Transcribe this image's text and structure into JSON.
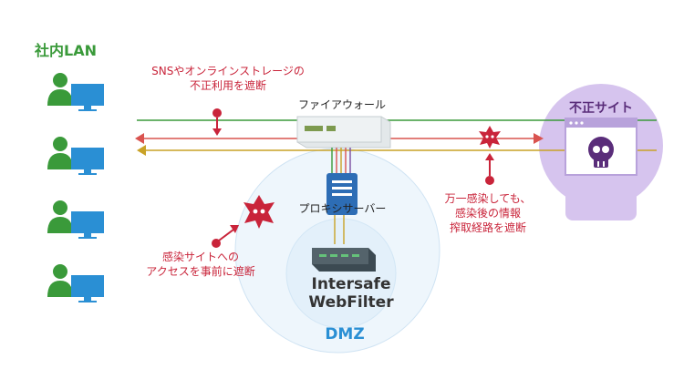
{
  "lan": {
    "title": "社内LAN",
    "pc_count": 4
  },
  "firewall": {
    "label": "ファイアウォール"
  },
  "proxy": {
    "label": "プロキシサーバー"
  },
  "product": {
    "line1": "Intersafe",
    "line2": "WebFilter"
  },
  "dmz": {
    "label": "DMZ"
  },
  "bad_site": {
    "label": "不正サイト"
  },
  "callouts": {
    "sns_line1": "SNSやオンラインストレージの",
    "sns_line2": "不正利用を遮断",
    "infect_line1": "万一感染しても、",
    "infect_line2": "感染後の情報",
    "infect_line3": "搾取経路を遮断",
    "access_line1": "感染サイトへの",
    "access_line2": "アクセスを事前に遮断"
  },
  "colors": {
    "green": "#3a9a3a",
    "red": "#d9534f",
    "yellow": "#c9a227",
    "pink": "#c9243a",
    "purple": "#c8b3e6",
    "dmz_blue": "#2a8fd4"
  }
}
